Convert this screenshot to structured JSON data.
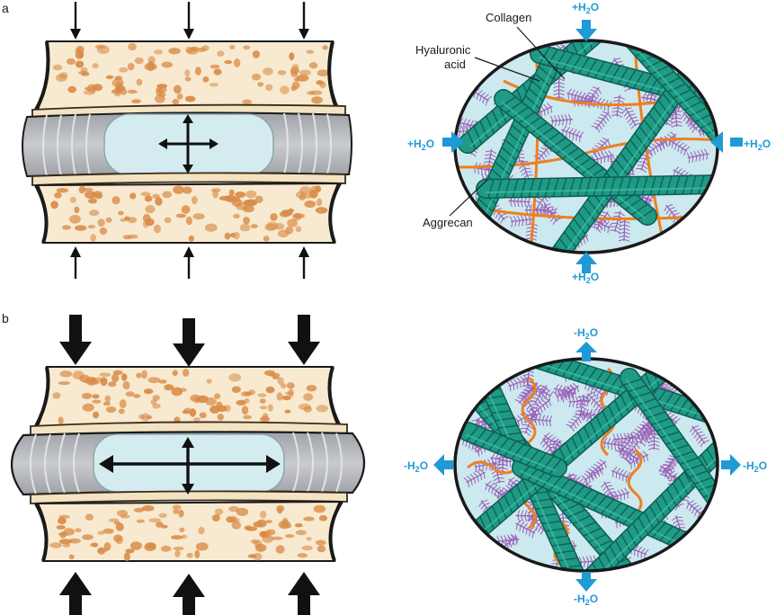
{
  "panels": {
    "a": "a",
    "b": "b"
  },
  "labels": {
    "collagen": "Collagen",
    "hyaluronic_line1": "Hyaluronic",
    "hyaluronic_line2": "acid",
    "aggrecan": "Aggrecan"
  },
  "water": {
    "in": "+H",
    "out": "-H",
    "sub": "2",
    "o": "O"
  },
  "colors": {
    "bone_fill": "#f7ead0",
    "bone_spot": "#d98b47",
    "endplate": "#f3e3c2",
    "annulus": "#a9acb1",
    "nucleus": "#d4ecf0",
    "matrix": "#cbe9ee",
    "collagen": "#1e9a86",
    "hyaluronic": "#ef7f1f",
    "aggrecan": "#9b5fb5",
    "water_arrow": "#1f9ad6",
    "arrow": "#1a1a1a"
  }
}
